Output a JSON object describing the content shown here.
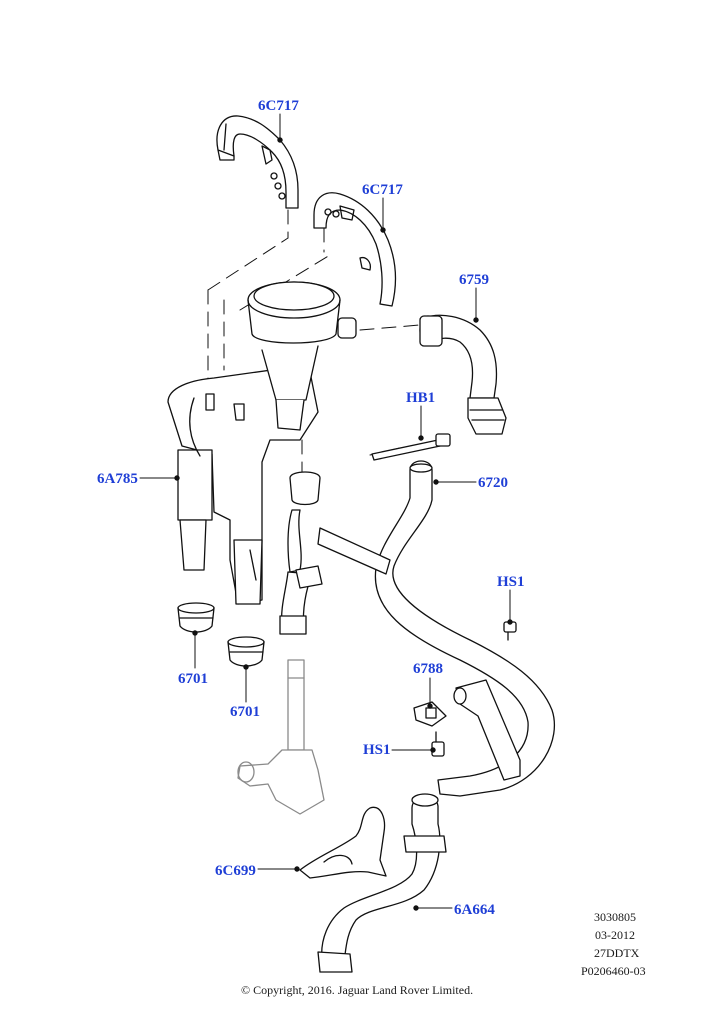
{
  "colors": {
    "callout": "#1f3fd6",
    "line": "#111111",
    "ghost": "#8a8a8a",
    "text": "#1a1a1a",
    "background": "#ffffff"
  },
  "callouts": {
    "hose_6c717_upper": "6C717",
    "hose_6c717_lower": "6C717",
    "hose_6759": "6759",
    "bolt_hb1": "HB1",
    "pipe_6720": "6720",
    "separator_6a785": "6A785",
    "screw_hs1_upper": "HS1",
    "seal_6701_left": "6701",
    "seal_6701_right": "6701",
    "bracket_6788": "6788",
    "screw_hs1_lower": "HS1",
    "shield_6c699": "6C699",
    "hose_6a664": "6A664"
  },
  "drawing_info": {
    "number": "3030805",
    "date": "03-2012",
    "code": "27DDTX",
    "reference": "P0206460-03"
  },
  "copyright": "© Copyright, 2016. Jaguar Land Rover Limited."
}
